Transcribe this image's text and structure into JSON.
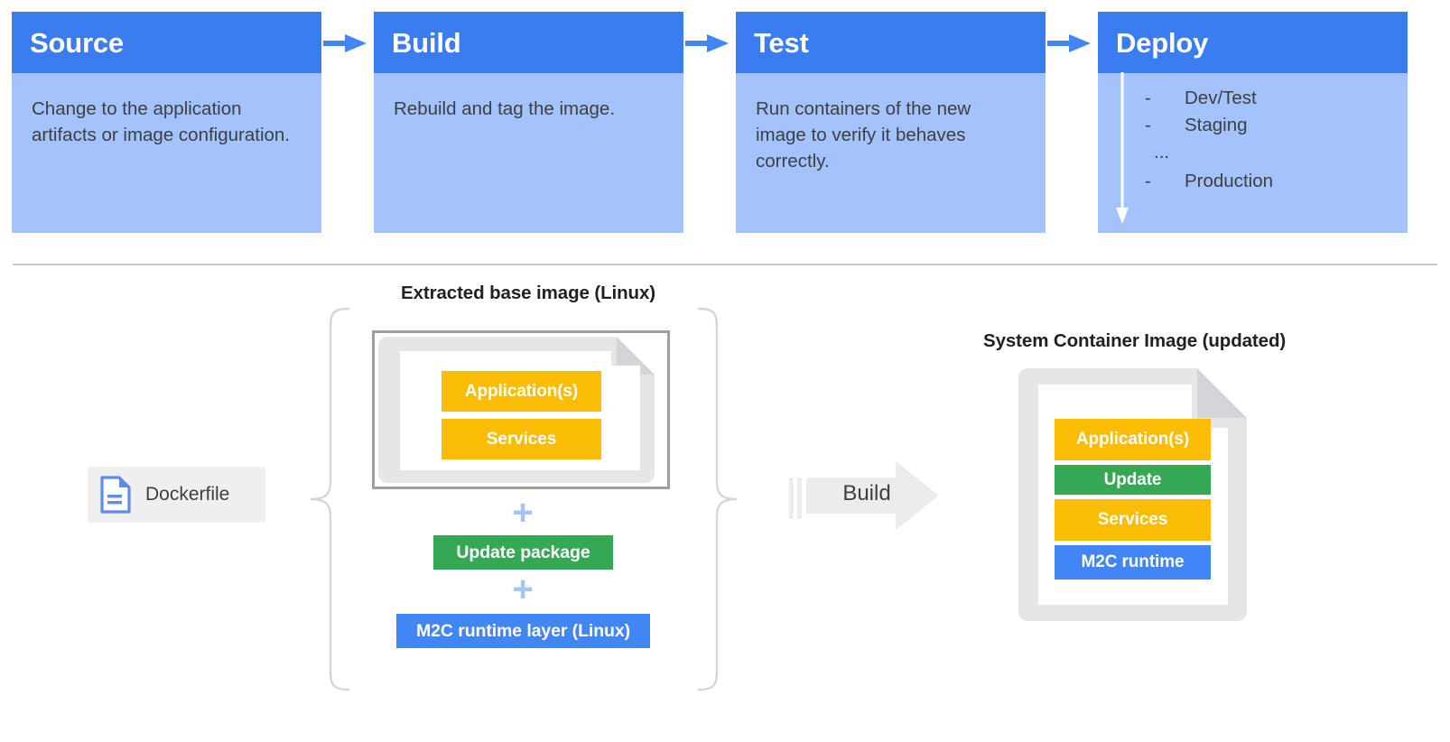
{
  "pipeline": {
    "stages": [
      {
        "title": "Source",
        "body": "Change to the application artifacts or image configuration."
      },
      {
        "title": "Build",
        "body": "Rebuild and tag the image."
      },
      {
        "title": "Test",
        "body": "Run containers of the new image to verify it behaves correctly."
      },
      {
        "title": "Deploy",
        "body": ""
      }
    ],
    "deploy_list": {
      "items": [
        {
          "marker": "-",
          "label": "Dev/Test"
        },
        {
          "marker": "-",
          "label": "Staging"
        },
        {
          "marker": "...",
          "label": ""
        },
        {
          "marker": "-",
          "label": "Production"
        }
      ]
    },
    "arrow_icon": "arrow-right-icon",
    "deploy_flow_icon": "arrow-down-icon"
  },
  "lower": {
    "base_caption": "Extracted base image (Linux)",
    "output_caption": "System Container Image (updated)",
    "dockerfile": {
      "label": "Dockerfile",
      "icon": "document-icon"
    },
    "base_layers": [
      {
        "label": "Application(s)",
        "color": "#FBBC04"
      },
      {
        "label": "Services",
        "color": "#FBBC04"
      }
    ],
    "plus_symbol": "+",
    "update_package": {
      "label": "Update package",
      "color": "#34A853"
    },
    "m2c_runtime_layer": {
      "label": "M2C runtime layer (Linux)",
      "color": "#4285F4"
    },
    "build_action": {
      "label": "Build",
      "icon": "block-arrow-right-icon"
    },
    "output_layers": [
      {
        "label": "Application(s)",
        "color": "#FBBC04"
      },
      {
        "label": "Update",
        "color": "#34A853"
      },
      {
        "label": "Services",
        "color": "#FBBC04"
      },
      {
        "label": "M2C runtime",
        "color": "#4285F4"
      }
    ],
    "brace_left_icon": "curly-brace-left-icon",
    "brace_right_icon": "curly-brace-right-icon"
  },
  "colors": {
    "header_blue": "#3B7DF0",
    "body_blue": "#A4C2FC",
    "accent_blue": "#4285F4",
    "yellow": "#FBBC04",
    "green": "#34A853",
    "doc_gray": "#E4E6E8",
    "frame_gray": "#9AA0A6",
    "divider_gray": "#C6CBD4",
    "text_gray": "#3C4043"
  }
}
